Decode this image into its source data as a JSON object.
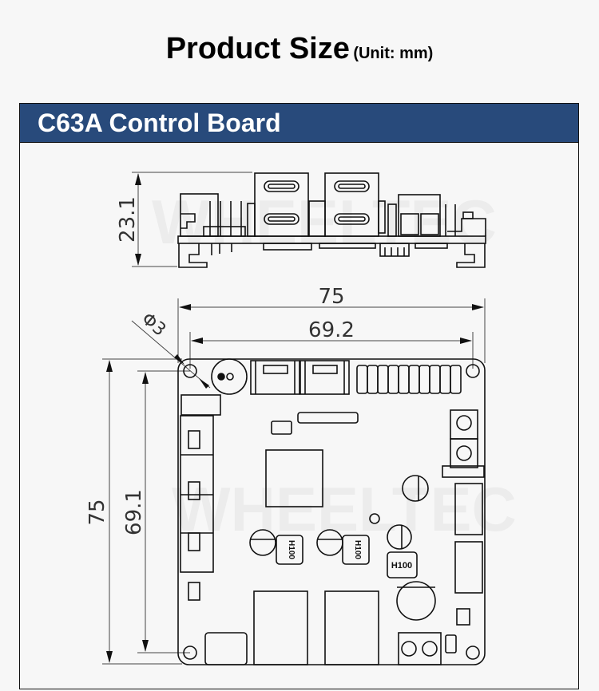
{
  "page": {
    "title": "Product Size",
    "unit_note": "(Unit: mm)"
  },
  "panel": {
    "heading": "C63A Control Board",
    "header_color": "#284a7b"
  },
  "watermark": "WHEELTEC",
  "side_view": {
    "height_label": "23.1"
  },
  "top_view": {
    "overall_width_label": "75",
    "hole_spacing_width_label": "69.2",
    "overall_height_label": "75",
    "hole_spacing_height_label": "69.1",
    "hole_diameter_label": "Φ3",
    "inductor_labels": [
      "H100",
      "H100",
      "H100"
    ]
  }
}
